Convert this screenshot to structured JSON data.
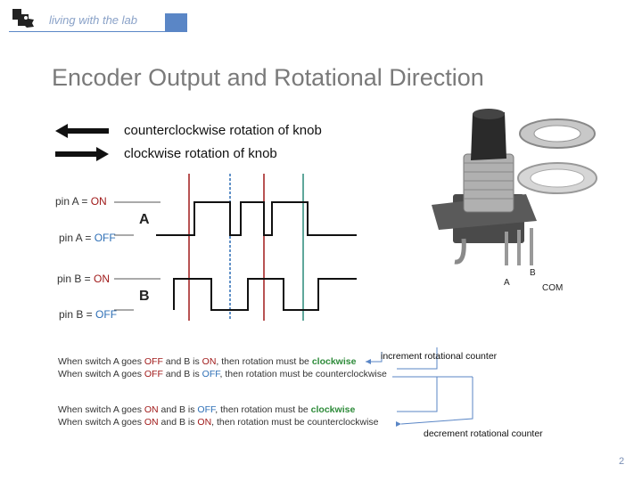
{
  "header": {
    "lab_text": "living with the lab"
  },
  "title": "Encoder Output and Rotational Direction",
  "legend": {
    "ccw_label": "counterclockwise rotation of knob",
    "cw_label": "clockwise rotation of knob"
  },
  "pins": {
    "a_on_prefix": "pin A = ",
    "a_on_value": "ON",
    "a_off_prefix": "pin A = ",
    "a_off_value": "OFF",
    "b_on_prefix": "pin B = ",
    "b_on_value": "ON",
    "b_off_prefix": "pin B = ",
    "b_off_value": "OFF"
  },
  "signals": {
    "a": "A",
    "b": "B"
  },
  "notes": [
    {
      "p1": "When switch A goes ",
      "s1": "OFF",
      "p2": " and B is ",
      "s2": "ON",
      "p3": ", then rotation must be ",
      "s3": "clockwise",
      "p4": ""
    },
    {
      "p1": "When switch A goes ",
      "s1": "OFF",
      "p2": " and B is ",
      "s2": "OFF",
      "p3": ", then rotation must be counterclockwise",
      "s3": "",
      "p4": ""
    },
    {
      "p1": "When switch A goes ",
      "s1": "ON",
      "p2": " and B is ",
      "s2": "OFF",
      "p3": ", then rotation must be ",
      "s3": "clockwise",
      "p4": ""
    },
    {
      "p1": "When switch A goes ",
      "s1": "ON",
      "p2": " and B is ",
      "s2": "ON",
      "p3": ", then rotation must be counterclockwise",
      "s3": "",
      "p4": ""
    }
  ],
  "counters": {
    "increment": "increment rotational counter",
    "decrement": "decrement rotational counter"
  },
  "encoder_labels": {
    "a": "A",
    "b": "B",
    "com": "COM"
  },
  "page_number": "2",
  "colors": {
    "on": "#a01a1a",
    "off": "#2e6fb6",
    "clockwise": "#2e8b3a",
    "accent": "#5a86c6"
  }
}
